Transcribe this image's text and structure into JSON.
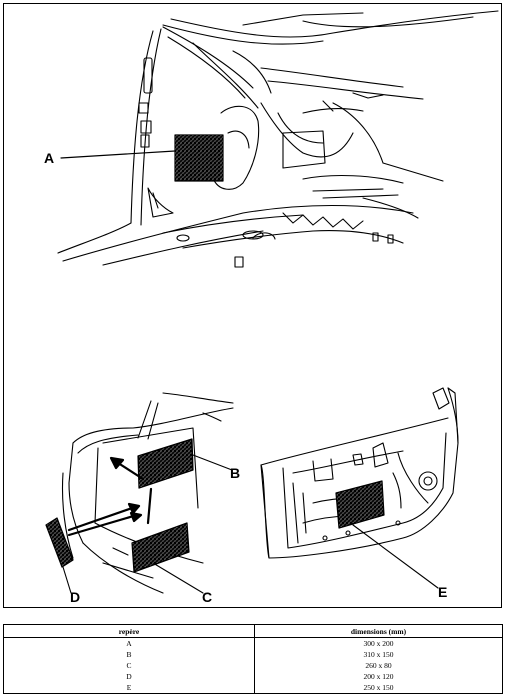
{
  "labels": {
    "a": "A",
    "b": "B",
    "c": "C",
    "d": "D",
    "e": "E"
  },
  "table": {
    "headers": [
      "repère",
      "dimensions (mm)"
    ],
    "rows": [
      [
        "A",
        "300 x 200"
      ],
      [
        "B",
        "310 x 150"
      ],
      [
        "C",
        "260 x 80"
      ],
      [
        "D",
        "200 x 120"
      ],
      [
        "E",
        "250 x 150"
      ]
    ]
  }
}
